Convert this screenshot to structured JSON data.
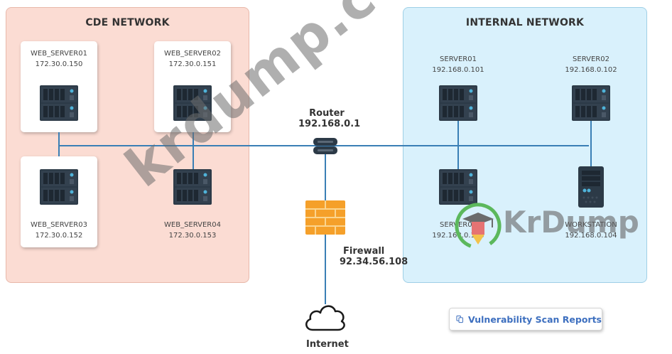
{
  "zones": {
    "cde": {
      "title": "CDE NETWORK",
      "color": "#fbdcd3"
    },
    "internal": {
      "title": "INTERNAL NETWORK",
      "color": "#d9f1fc"
    }
  },
  "cde_servers": [
    {
      "name": "WEB_SERVER01",
      "ip": "172.30.0.150"
    },
    {
      "name": "WEB_SERVER02",
      "ip": "172.30.0.151"
    },
    {
      "name": "WEB_SERVER03",
      "ip": "172.30.0.152"
    },
    {
      "name": "WEB_SERVER04",
      "ip": "172.30.0.153"
    }
  ],
  "internal_hosts": [
    {
      "name": "SERVER01",
      "ip": "192.168.0.101",
      "icon": "server-icon"
    },
    {
      "name": "SERVER02",
      "ip": "192.168.0.102",
      "icon": "server-icon"
    },
    {
      "name": "SERVER03",
      "ip": "192.168.0.103",
      "icon": "server-icon"
    },
    {
      "name": "WORKSTATION",
      "ip": "192.168.0.104",
      "icon": "workstation-icon"
    }
  ],
  "router": {
    "label": "Router",
    "ip": "192.168.0.1",
    "icon": "router-icon"
  },
  "firewall": {
    "label": "Firewall",
    "ip": "92.34.56.108",
    "icon": "firewall-icon"
  },
  "internet": {
    "label": "Internet",
    "icon": "cloud-icon"
  },
  "reports_button": {
    "label": "Vulnerability Scan Reports",
    "icon": "copy-documents-icon",
    "color": "#3d6fbf"
  },
  "wire_color": "#3a7fb5",
  "watermark": {
    "diagonal": "krdump.com",
    "brand": "KrDump"
  }
}
